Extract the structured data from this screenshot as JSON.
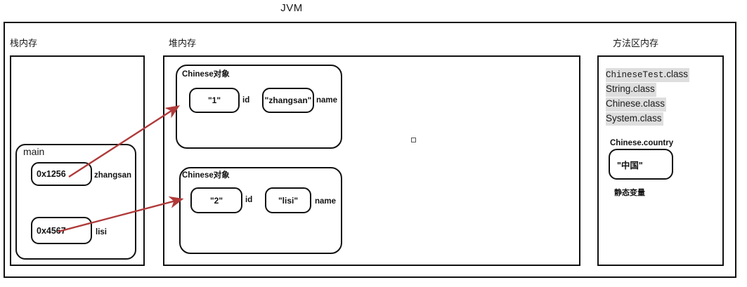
{
  "title": "JVM",
  "panels": {
    "stack": {
      "label": "栈内存",
      "frame": {
        "name": "main",
        "variables": [
          {
            "value": "0x1256",
            "label": "zhangsan"
          },
          {
            "value": "0x4567",
            "label": "lisi"
          }
        ]
      }
    },
    "heap": {
      "label": "堆内存",
      "objects": [
        {
          "title": "Chinese对象",
          "fields": [
            {
              "value": "\"1\"",
              "label": "id"
            },
            {
              "value": "\"zhangsan\"",
              "label": "name"
            }
          ]
        },
        {
          "title": "Chinese对象",
          "fields": [
            {
              "value": "\"2\"",
              "label": "id"
            },
            {
              "value": "\"lisi\"",
              "label": "name"
            }
          ]
        }
      ],
      "stray_glyph": "□"
    },
    "method_area": {
      "label": "方法区内存",
      "classes": [
        {
          "mono": "ChineseTest",
          "rest": ".class"
        },
        {
          "mono": "",
          "rest": "String.class"
        },
        {
          "mono": "",
          "rest": "Chinese.class"
        },
        {
          "mono": "",
          "rest": "System.class"
        }
      ],
      "static_field": {
        "name": "Chinese.country",
        "value": "\"中国\"",
        "caption": "静态变量"
      }
    }
  },
  "colors": {
    "arrow": "#b03a3a",
    "border": "#111111",
    "highlight": "#dedede"
  }
}
